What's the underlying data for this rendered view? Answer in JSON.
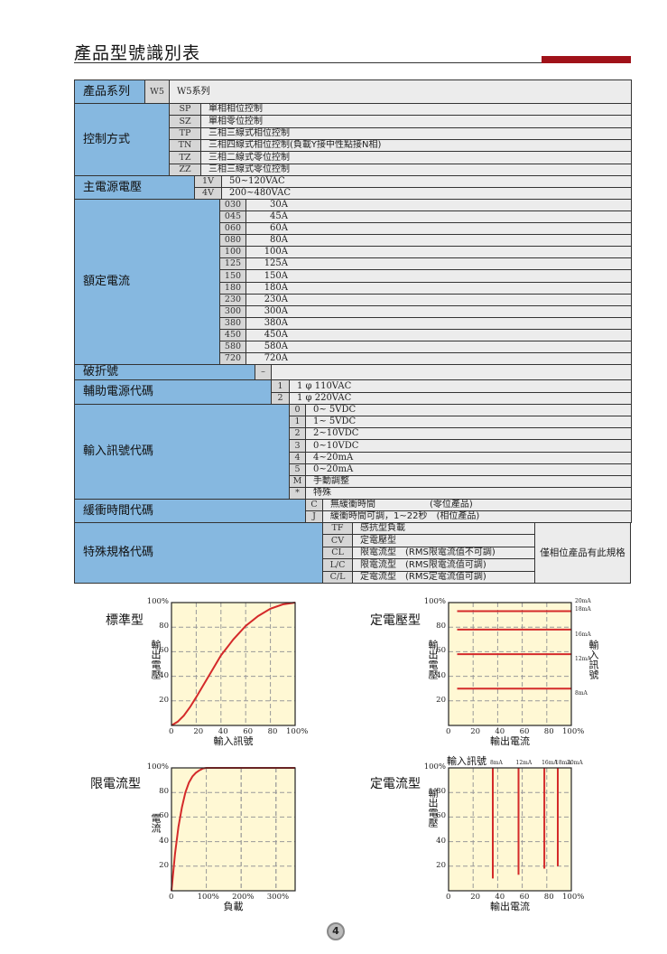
{
  "header": {
    "title": "產品型號識別表",
    "accent_color": "#a01219"
  },
  "table": {
    "colors": {
      "label": "#86b8e0",
      "code": "#d6d6d6",
      "text": "#ececec"
    },
    "sections": [
      {
        "label": "產品系列",
        "rows": [
          {
            "code": "W5",
            "text": "W5系列"
          }
        ]
      },
      {
        "label": "控制方式",
        "rows": [
          {
            "code": "SP",
            "text": "單相相位控制"
          },
          {
            "code": "SZ",
            "text": "單相零位控制"
          },
          {
            "code": "TP",
            "text": "三相三線式相位控制"
          },
          {
            "code": "TN",
            "text": "三相四線式相位控制(負載Y接中性點接N相)"
          },
          {
            "code": "TZ",
            "text": "三相二線式零位控制"
          },
          {
            "code": "ZZ",
            "text": "三相三線式零位控制"
          }
        ]
      },
      {
        "label": "主電源電壓",
        "rows": [
          {
            "code": "1V",
            "text": "50~120VAC"
          },
          {
            "code": "4V",
            "text": "200~480VAC"
          }
        ]
      },
      {
        "label": "額定電流",
        "rows": [
          {
            "code": "030",
            "text": "30A"
          },
          {
            "code": "045",
            "text": "45A"
          },
          {
            "code": "060",
            "text": "60A"
          },
          {
            "code": "080",
            "text": "80A"
          },
          {
            "code": "100",
            "text": "100A"
          },
          {
            "code": "125",
            "text": "125A"
          },
          {
            "code": "150",
            "text": "150A"
          },
          {
            "code": "180",
            "text": "180A"
          },
          {
            "code": "230",
            "text": "230A"
          },
          {
            "code": "300",
            "text": "300A"
          },
          {
            "code": "380",
            "text": "380A"
          },
          {
            "code": "450",
            "text": "450A"
          },
          {
            "code": "580",
            "text": "580A"
          },
          {
            "code": "720",
            "text": "720A"
          }
        ]
      },
      {
        "label": "破折號",
        "rows": [
          {
            "code": "–",
            "text": ""
          }
        ]
      },
      {
        "label": "輔助電源代碼",
        "rows": [
          {
            "code": "1",
            "text": "1 φ 110VAC"
          },
          {
            "code": "2",
            "text": "1 φ 220VAC"
          }
        ]
      },
      {
        "label": "輸入訊號代碼",
        "rows": [
          {
            "code": "0",
            "text": "0~ 5VDC"
          },
          {
            "code": "1",
            "text": "1~ 5VDC"
          },
          {
            "code": "2",
            "text": "2~10VDC"
          },
          {
            "code": "3",
            "text": "0~10VDC"
          },
          {
            "code": "4",
            "text": "4~20mA"
          },
          {
            "code": "5",
            "text": "0~20mA"
          },
          {
            "code": "M",
            "text": "手動調整"
          },
          {
            "code": "*",
            "text": "特殊"
          }
        ]
      },
      {
        "label": "緩衝時間代碼",
        "rows": [
          {
            "code": "C",
            "text": "無緩衝時間　　　　　　(零位產品)"
          },
          {
            "code": "J",
            "text": "緩衝時間可調，1~22秒　(相位產品)"
          }
        ]
      },
      {
        "label": "特殊規格代碼",
        "note": "僅相位產品有此規格",
        "rows": [
          {
            "code": "TF",
            "text": "感抗型負載"
          },
          {
            "code": "CV",
            "text": "定電壓型"
          },
          {
            "code": "CL",
            "text": "限電流型　(RMS限電流值不可調)"
          },
          {
            "code": "L/C",
            "text": "限電流型　(RMS限電流值可調)"
          },
          {
            "code": "C/L",
            "text": "定電流型　(RMS定電流值可調)"
          }
        ]
      }
    ]
  },
  "chart_data": [
    {
      "type": "line",
      "title": "標準型",
      "xlabel": "輸入訊號",
      "ylabel": "輸出電壓",
      "xlim": [
        0,
        100
      ],
      "ylim": [
        0,
        100
      ],
      "grid": true,
      "background": "#fff8d4",
      "line_color": "#d42a2a",
      "xticks": [
        {
          "v": 0,
          "t": "0"
        },
        {
          "v": 20,
          "t": "20"
        },
        {
          "v": 40,
          "t": "40"
        },
        {
          "v": 60,
          "t": "60"
        },
        {
          "v": 80,
          "t": "80"
        },
        {
          "v": 100,
          "t": "100%"
        }
      ],
      "yticks": [
        {
          "v": 20,
          "t": "20"
        },
        {
          "v": 40,
          "t": "40"
        },
        {
          "v": 60,
          "t": "60"
        },
        {
          "v": 80,
          "t": "80"
        },
        {
          "v": 100,
          "t": "100%"
        }
      ],
      "series": [
        {
          "x": [
            0,
            5,
            10,
            15,
            20,
            30,
            40,
            50,
            60,
            70,
            80,
            90,
            100
          ],
          "y": [
            0,
            3,
            8,
            15,
            23,
            40,
            57,
            70,
            81,
            89,
            95,
            98.5,
            100
          ]
        }
      ]
    },
    {
      "type": "line",
      "title": "定電壓型",
      "xlabel": "輸出電流",
      "ylabel": "輸出電壓",
      "y2label": "輸入訊號",
      "xlim": [
        0,
        100
      ],
      "ylim": [
        0,
        100
      ],
      "grid": true,
      "background": "#fff8d4",
      "line_color": "#d42a2a",
      "xticks": [
        {
          "v": 0,
          "t": "0"
        },
        {
          "v": 20,
          "t": "20"
        },
        {
          "v": 40,
          "t": "40"
        },
        {
          "v": 60,
          "t": "60"
        },
        {
          "v": 80,
          "t": "80"
        },
        {
          "v": 100,
          "t": "100%"
        }
      ],
      "yticks": [
        {
          "v": 20,
          "t": "20"
        },
        {
          "v": 40,
          "t": "40"
        },
        {
          "v": 60,
          "t": "60"
        },
        {
          "v": 80,
          "t": "80"
        },
        {
          "v": 100,
          "t": "100%"
        }
      ],
      "series": [
        {
          "name": "18mA",
          "x": [
            7,
            100
          ],
          "y": [
            93,
            93
          ]
        },
        {
          "name": "16mA",
          "x": [
            7,
            100
          ],
          "y": [
            78,
            78
          ]
        },
        {
          "name": "12mA",
          "x": [
            7,
            100
          ],
          "y": [
            58,
            58
          ]
        },
        {
          "name": "8mA",
          "x": [
            7,
            100
          ],
          "y": [
            30,
            30
          ]
        }
      ],
      "annotations": [
        {
          "text": "20mA",
          "y": 100
        }
      ]
    },
    {
      "type": "line",
      "title": "限電流型",
      "xlabel": "負載",
      "ylabel": "電流",
      "xlim": [
        0,
        355
      ],
      "ylim": [
        0,
        100
      ],
      "grid": true,
      "background": "#fff8d4",
      "line_color": "#d42a2a",
      "xticks": [
        {
          "v": 0,
          "t": "0"
        },
        {
          "v": 100,
          "t": "100%"
        },
        {
          "v": 200,
          "t": "200%"
        },
        {
          "v": 300,
          "t": "300%"
        }
      ],
      "yticks": [
        {
          "v": 20,
          "t": "20"
        },
        {
          "v": 40,
          "t": "40"
        },
        {
          "v": 60,
          "t": "60"
        },
        {
          "v": 80,
          "t": "80"
        },
        {
          "v": 100,
          "t": "100%"
        }
      ],
      "series": [
        {
          "x": [
            0,
            10,
            20,
            30,
            40,
            50,
            60,
            70,
            80,
            90,
            100,
            355
          ],
          "y": [
            0,
            30,
            52,
            68,
            80,
            88,
            93,
            96,
            98,
            99.5,
            100,
            100
          ]
        }
      ]
    },
    {
      "type": "line",
      "title": "定電流型",
      "xlabel": "輸出電流",
      "ylabel": "輸出電壓",
      "x2label": "輸入訊號",
      "xlim": [
        0,
        100
      ],
      "ylim": [
        0,
        100
      ],
      "grid": true,
      "background": "#fff8d4",
      "line_color": "#d42a2a",
      "xticks": [
        {
          "v": 0,
          "t": "0"
        },
        {
          "v": 20,
          "t": "20"
        },
        {
          "v": 40,
          "t": "40"
        },
        {
          "v": 60,
          "t": "60"
        },
        {
          "v": 80,
          "t": "80"
        },
        {
          "v": 100,
          "t": "100%"
        }
      ],
      "yticks": [
        {
          "v": 20,
          "t": "20"
        },
        {
          "v": 40,
          "t": "40"
        },
        {
          "v": 60,
          "t": "60"
        },
        {
          "v": 80,
          "t": "80"
        },
        {
          "v": 100,
          "t": "100%"
        }
      ],
      "series": [
        {
          "name": "8mA",
          "x": [
            36,
            36
          ],
          "y": [
            10,
            100
          ]
        },
        {
          "name": "12mA",
          "x": [
            57,
            57
          ],
          "y": [
            13,
            100
          ]
        },
        {
          "name": "16mA",
          "x": [
            78,
            78
          ],
          "y": [
            18,
            100
          ]
        },
        {
          "name": "18mA",
          "x": [
            89,
            89
          ],
          "y": [
            20,
            100
          ]
        }
      ],
      "annotations": [
        {
          "text": "20mA",
          "x": 100
        }
      ]
    }
  ],
  "footer": {
    "page_number": "4"
  }
}
